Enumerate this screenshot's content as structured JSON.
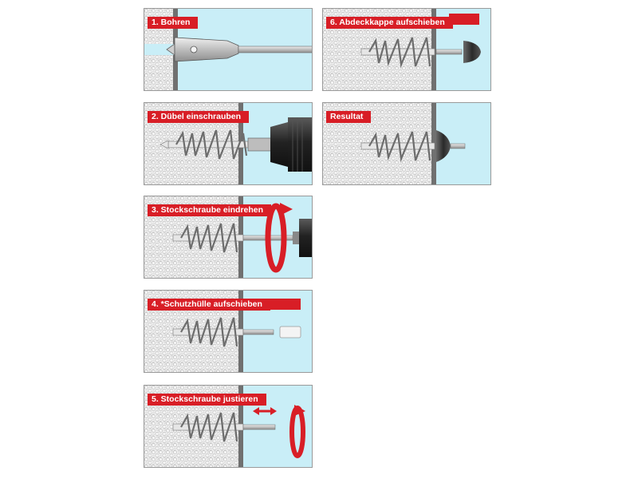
{
  "steps": [
    {
      "id": "1",
      "label": "1. Bohren"
    },
    {
      "id": "2",
      "label": "2. Dübel einschrauben"
    },
    {
      "id": "3",
      "label": "3. Stockschraube eindrehen"
    },
    {
      "id": "4",
      "label": "4. *Schutzhülle aufschieben"
    },
    {
      "id": "5",
      "label": "5. Stockschraube justieren"
    },
    {
      "id": "6",
      "label": "6. Abdeckkappe aufschieben"
    },
    {
      "id": "result",
      "label": "Resultat"
    }
  ],
  "colors": {
    "banner": "#d81e26",
    "background": "#c9eef7",
    "insulation": "#f2f2f2",
    "wall": "#707070",
    "metal": "#c4c4c4",
    "drill": "#2c2c2c"
  },
  "icons": [
    "spade-drill-bit-icon",
    "drill-chuck-icon",
    "insulation-dowel-icon",
    "stud-screw-icon",
    "rotation-arrow-icon",
    "double-arrow-icon",
    "protective-sleeve-icon",
    "cover-cap-icon"
  ]
}
